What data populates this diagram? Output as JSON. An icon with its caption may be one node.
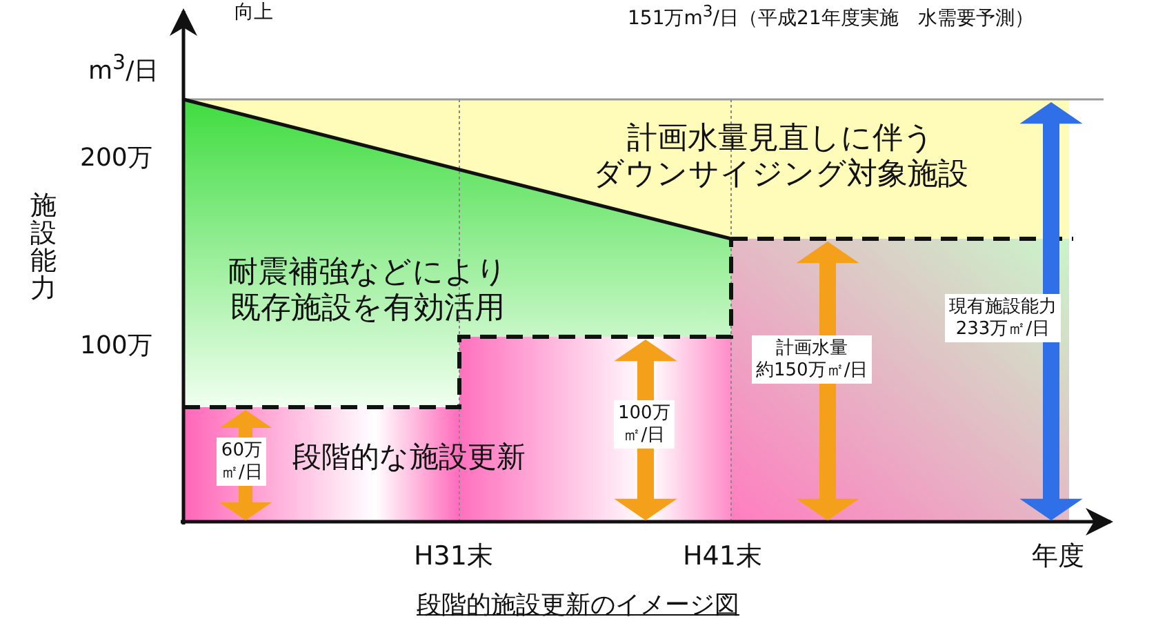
{
  "diagram": {
    "caption": "段階的施設更新のイメージ図",
    "labels": [
      "向上",
      "151万m$^{3}$/日（平成21年度実施　水需要予測）",
      "m$^{3}$/日",
      "計画水量見直しに伴うダウンサイジング対象施設",
      "200万",
      "施設能力",
      "耐震補強などにより既存施設を有効活用",
      "100万",
      "計画水量約150万㎡/日",
      "現有施設能力233万㎡/日",
      "100万㎡/日",
      "60万㎡/日",
      "段階的な施設更新",
      "H31末",
      "H41末",
      "年度"
    ]
  }
}
